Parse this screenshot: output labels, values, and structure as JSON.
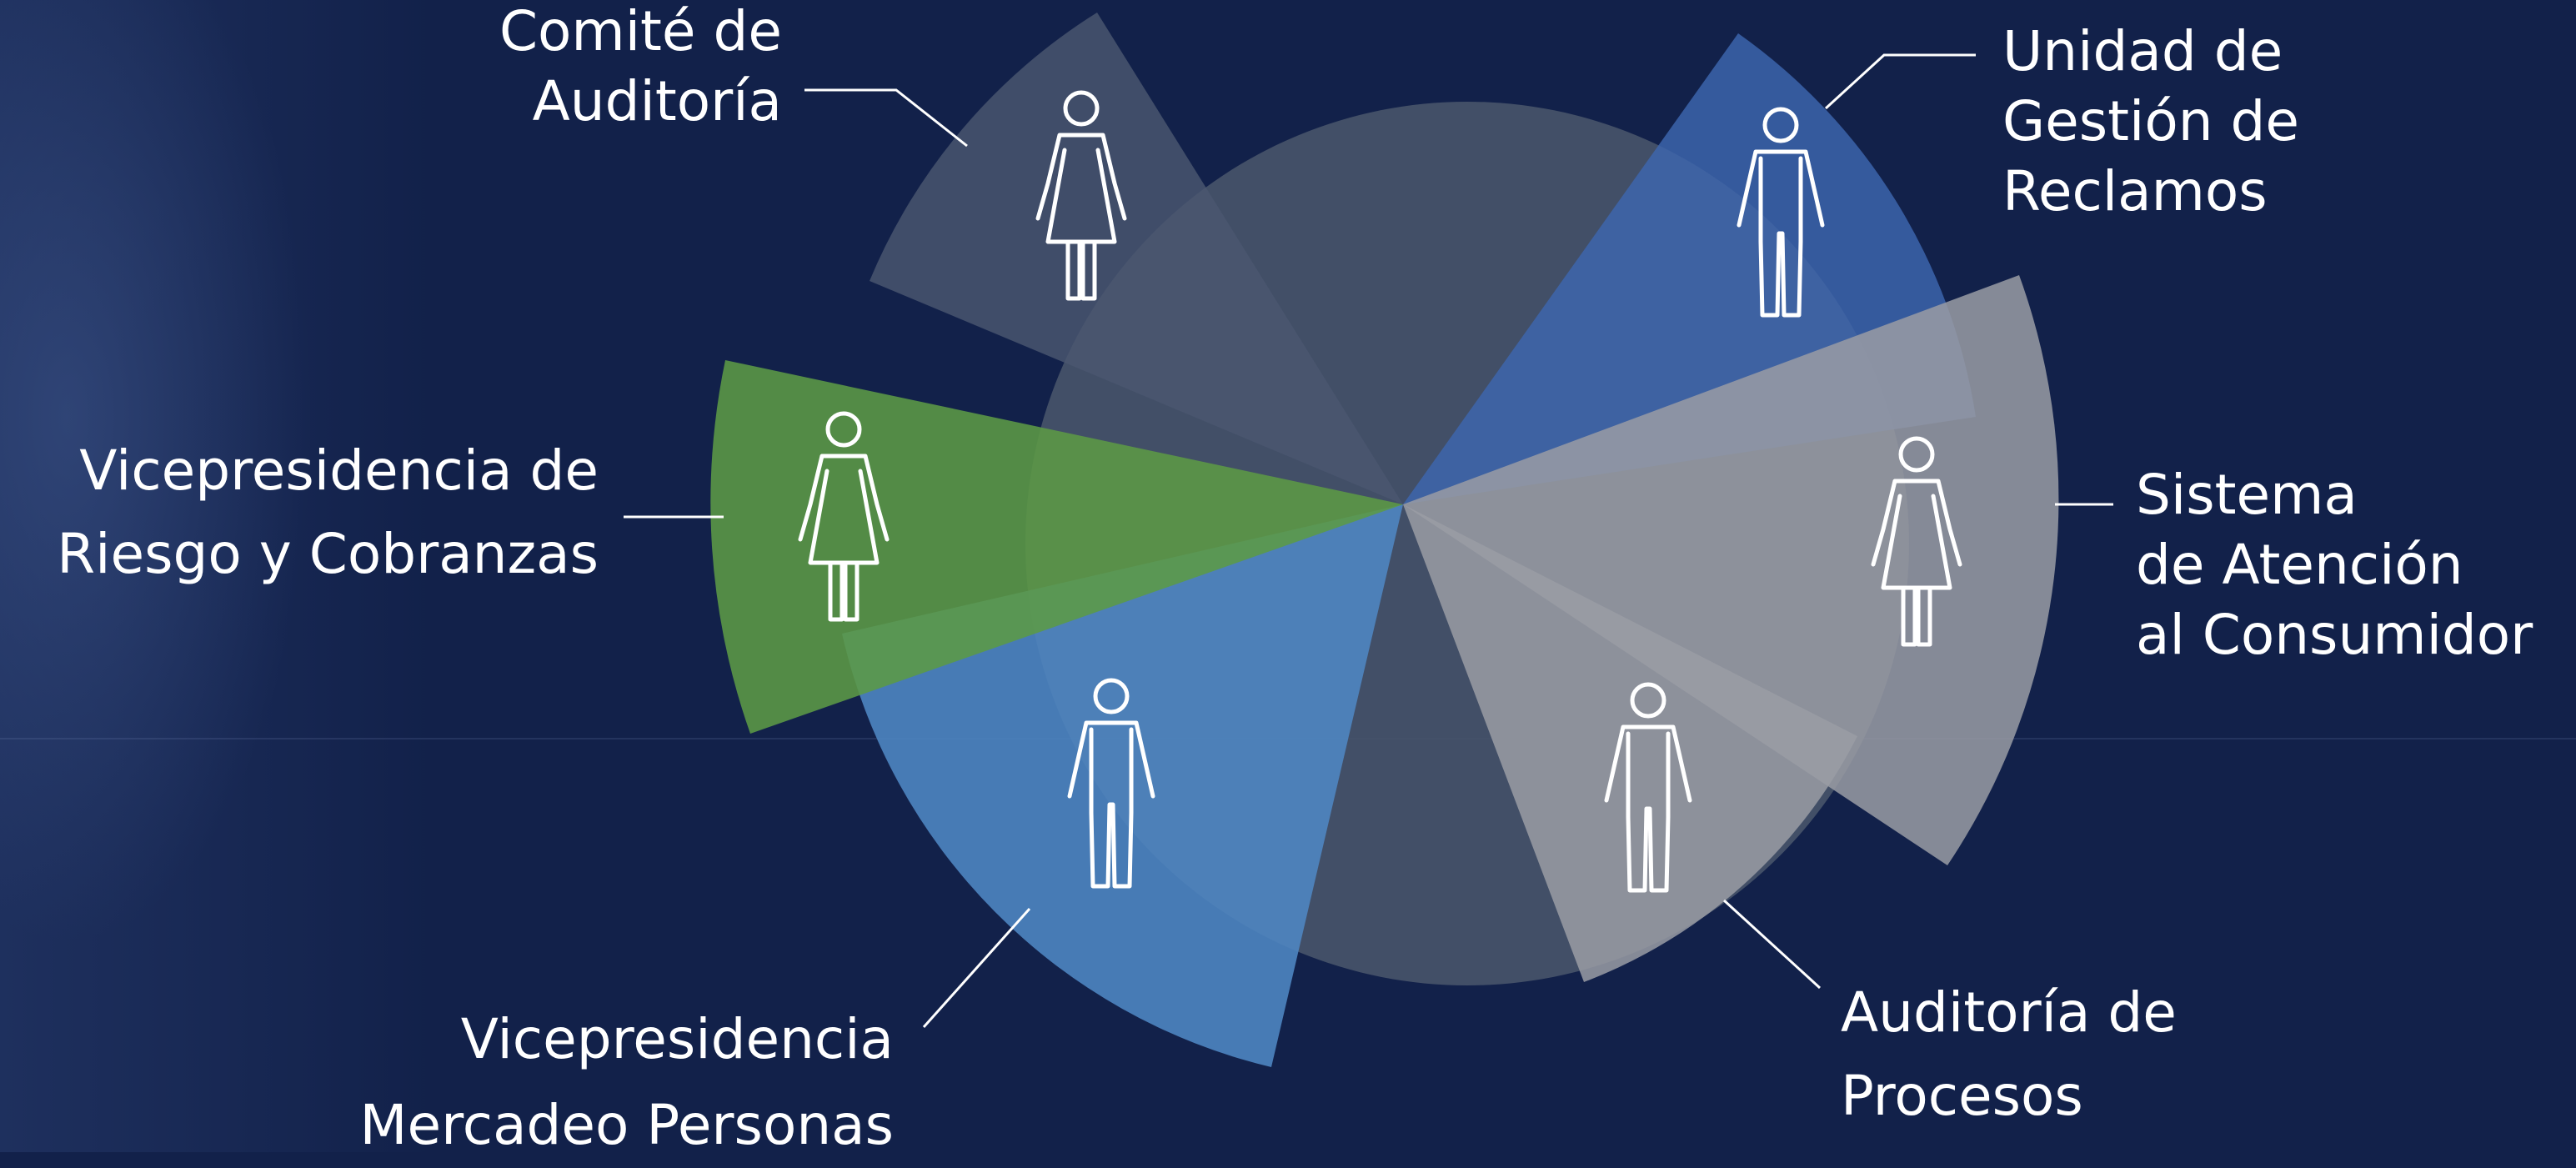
{
  "colors": {
    "background": "#12214a",
    "core_circle": "#49556b",
    "slate_sector": "#4a5770",
    "blue_dark_sector": "#3d66b0",
    "gray_sector": "#9a9ca4",
    "green_sector": "#5c9a45",
    "blue_light_sector": "#4f88c4",
    "label_text": "#ffffff",
    "icons": "#ffffff"
  },
  "sectors": [
    {
      "id": "comite-de-auditoria",
      "lines": [
        "Comité de",
        "Auditoría"
      ],
      "icon": "woman-figure-icon",
      "color": "#4a5770"
    },
    {
      "id": "unidad-gestion-reclamos",
      "lines": [
        "Unidad de",
        "Gestión de",
        "Reclamos"
      ],
      "icon": "man-figure-icon",
      "color": "#3d66b0"
    },
    {
      "id": "sistema-atencion-consumidor",
      "lines": [
        "Sistema",
        "de Atención",
        "al Consumidor"
      ],
      "icon": "woman-figure-icon",
      "color": "#9a9ca4"
    },
    {
      "id": "auditoria-de-procesos",
      "lines": [
        "Auditoría de",
        "Procesos"
      ],
      "icon": "man-figure-icon",
      "color": "#9a9ca4"
    },
    {
      "id": "vicepresidencia-mercadeo-personas",
      "lines": [
        "Vicepresidencia",
        "Mercadeo Personas"
      ],
      "icon": "man-figure-icon",
      "color": "#4f88c4"
    },
    {
      "id": "vicepresidencia-riesgo-cobranzas",
      "lines": [
        "Vicepresidencia de",
        "Riesgo y Cobranzas"
      ],
      "icon": "woman-figure-icon",
      "color": "#5c9a45"
    }
  ]
}
